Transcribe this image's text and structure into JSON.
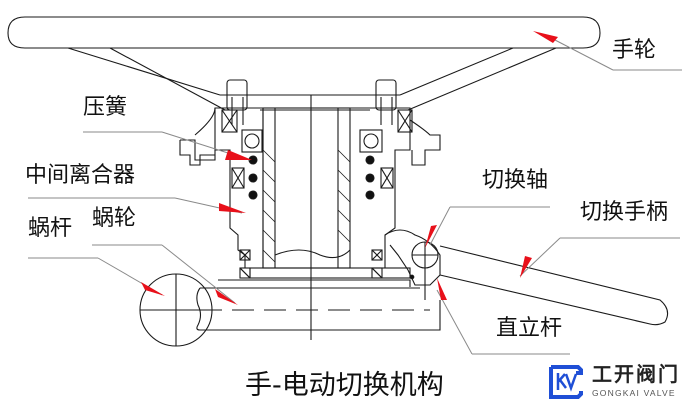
{
  "title": "手-电动切换机构",
  "labels": {
    "handwheel": "手轮",
    "spring": "压簧",
    "intermediate_clutch": "中间离合器",
    "worm": "蜗杆",
    "worm_gear": "蜗轮",
    "switch_shaft": "切换轴",
    "switch_handle": "切换手柄",
    "upright_rod": "直立杆"
  },
  "logo": {
    "text_cn": "工开阀门",
    "text_en": "GONGKAI VALVE",
    "mark": "KV"
  },
  "colors": {
    "line": "#1a1a1a",
    "arrow": "#e8101a",
    "leader": "#8a8a8a",
    "logo_blue": "#1f4fd6"
  }
}
